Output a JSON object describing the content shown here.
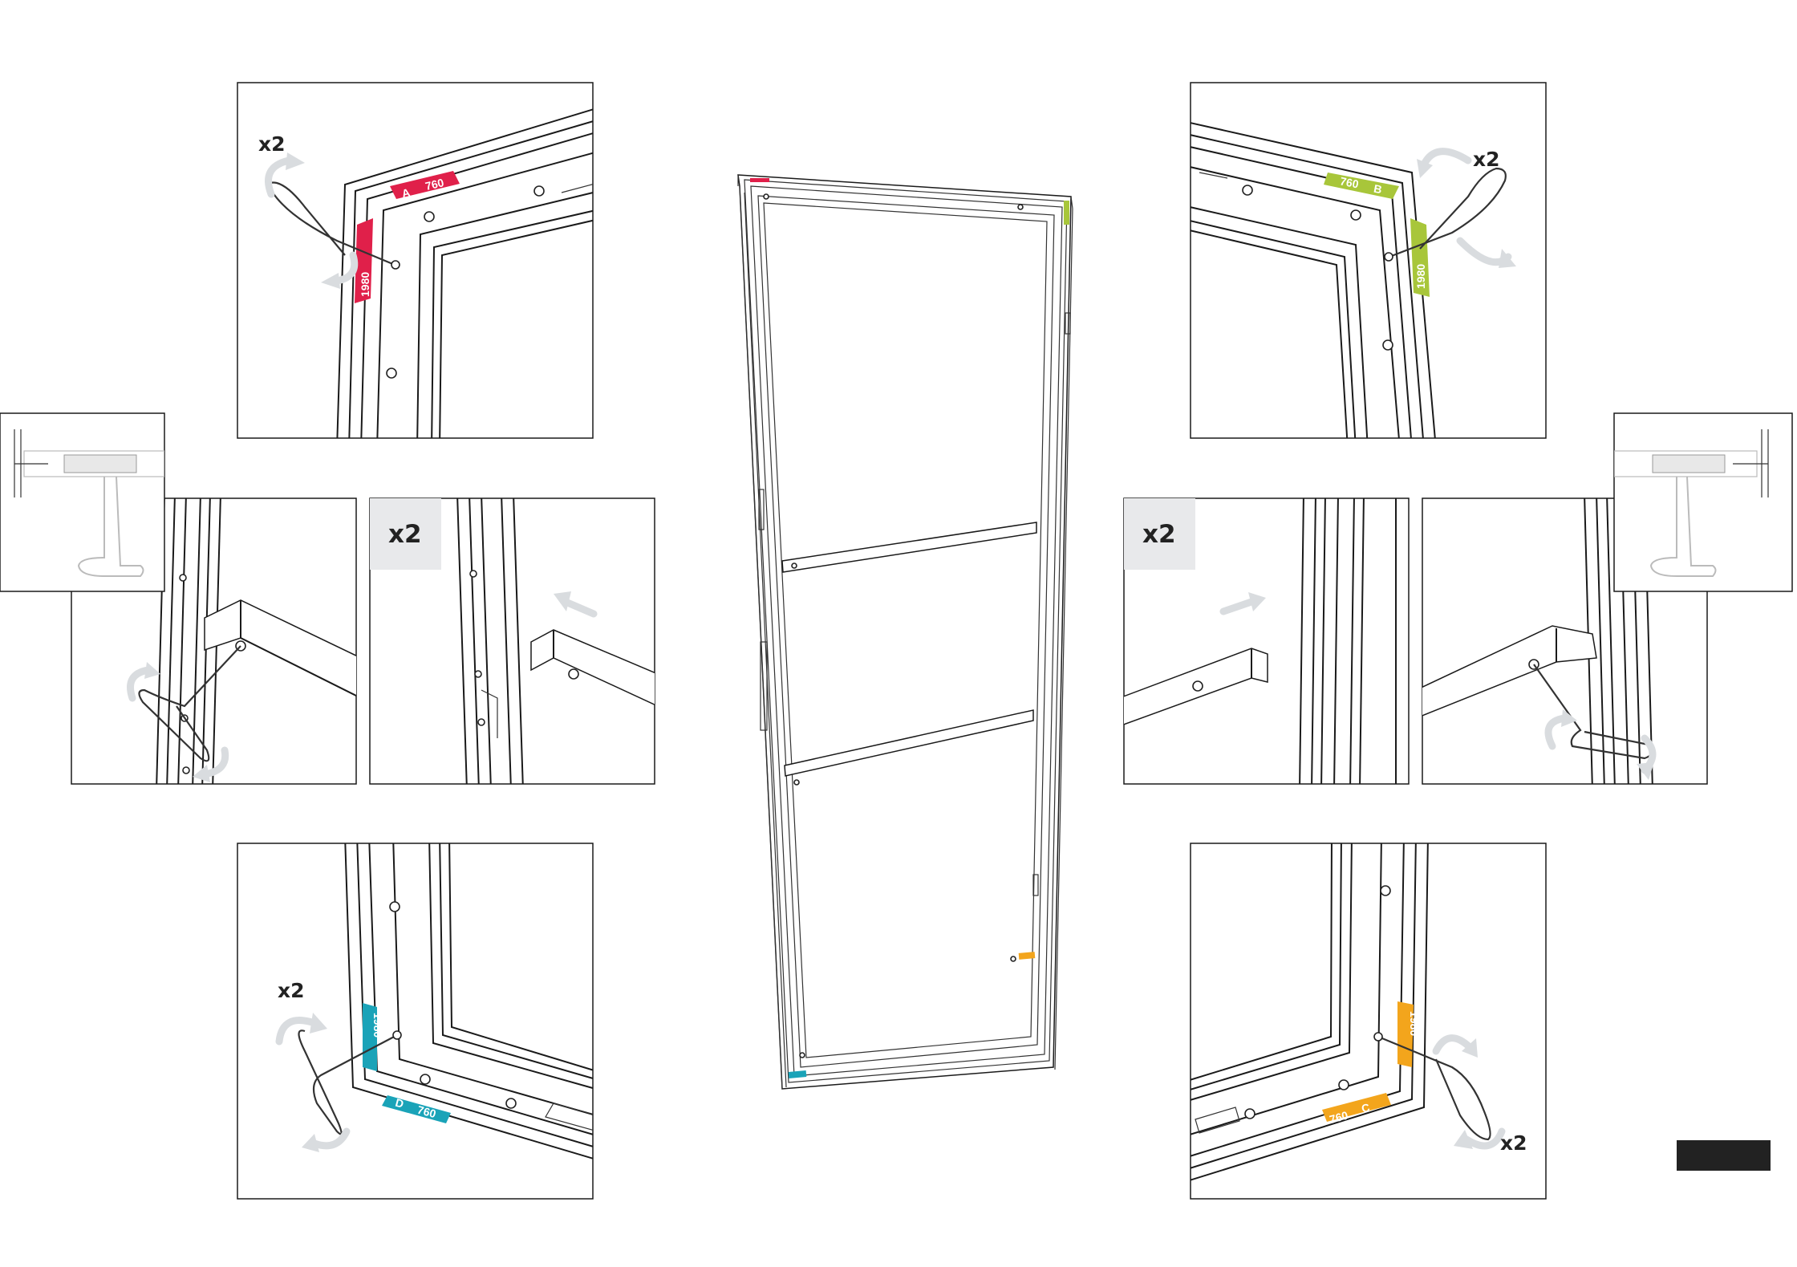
{
  "diagram": {
    "title": "",
    "labels": {
      "x2_top_left": "x2",
      "x2_top_right": "x2",
      "x2_mid_left": "x2",
      "x2_mid_right": "x2",
      "x2_bottom_left": "x2",
      "x2_bottom_right": "x2"
    },
    "corner_tags": {
      "a": {
        "letter": "A",
        "width": "760",
        "height": "1980",
        "color": "#e0204a"
      },
      "b": {
        "letter": "B",
        "width": "760",
        "height": "1980",
        "color": "#a8c63a"
      },
      "c": {
        "letter": "C",
        "width": "760",
        "height": "1980",
        "color": "#f3a51c"
      },
      "d": {
        "letter": "D",
        "width": "760",
        "height": "1980",
        "color": "#1aa3b8"
      }
    },
    "icons": [
      "allen-key-icon",
      "rotate-arrow-icon",
      "push-arrow-icon",
      "screw-icon"
    ],
    "page_marker_color": "#222222"
  }
}
